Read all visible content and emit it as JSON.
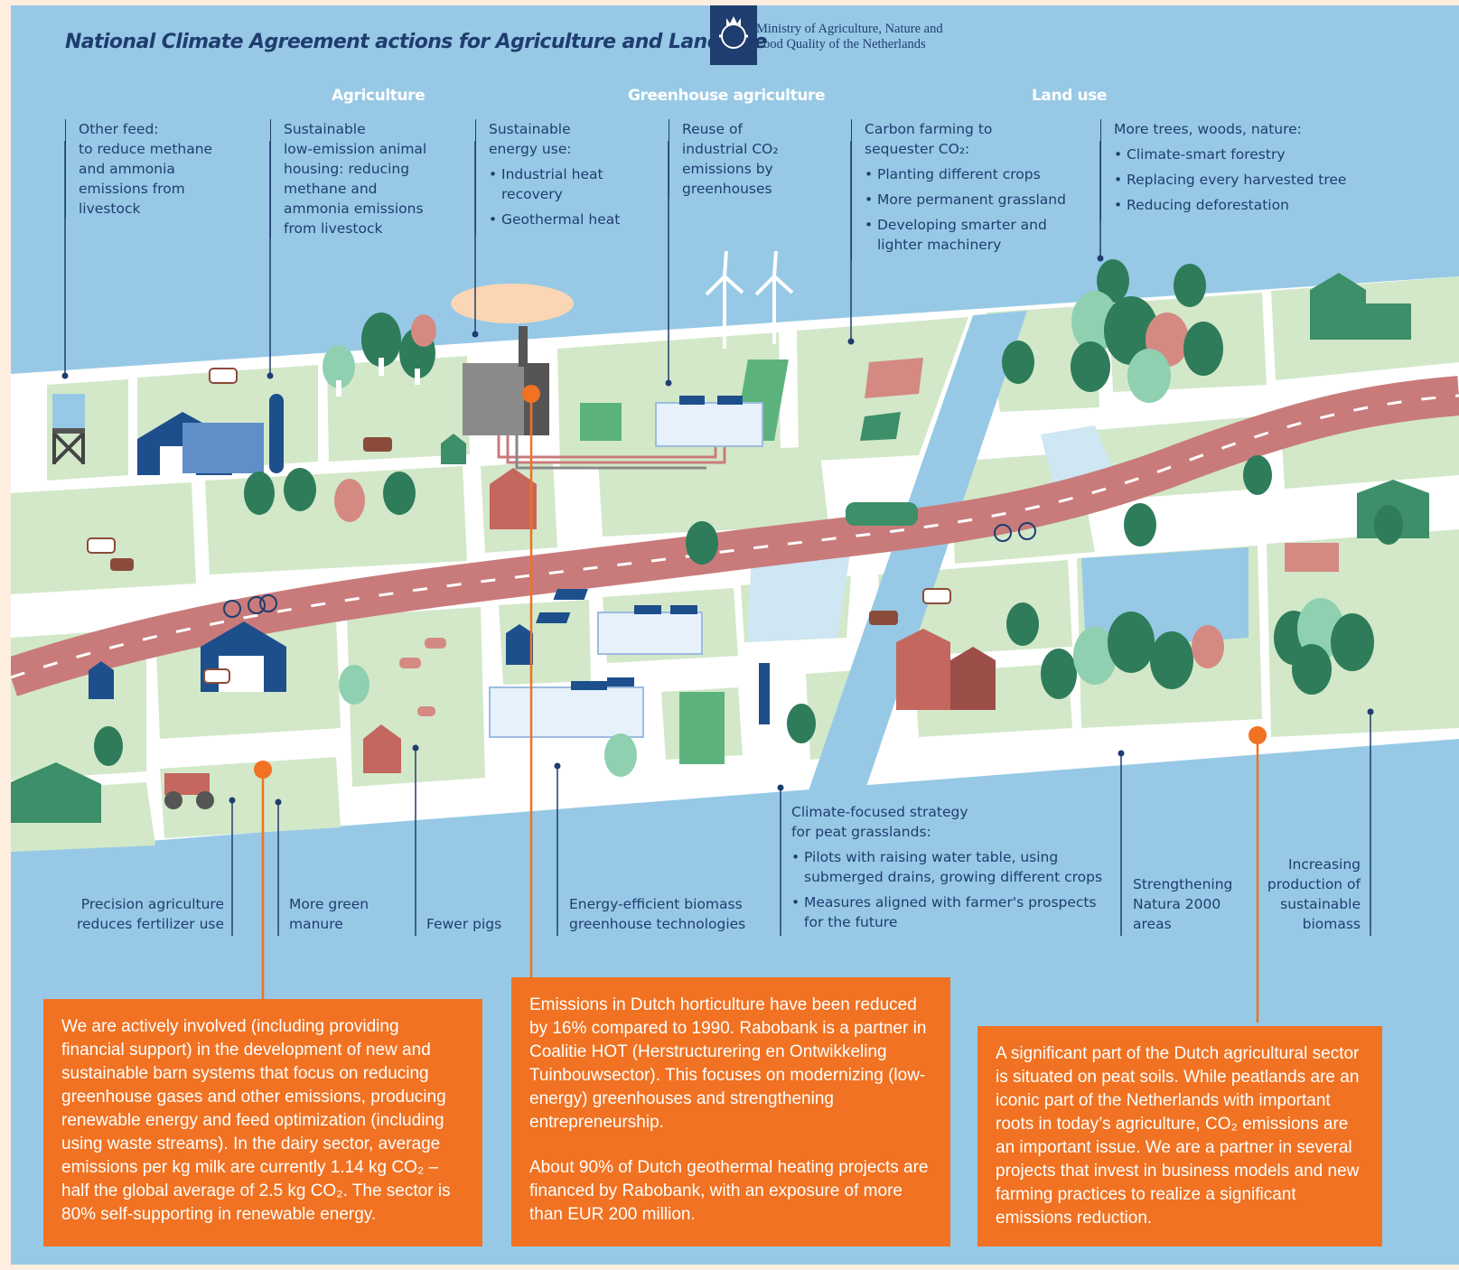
{
  "header": {
    "title": "National Climate Agreement actions for Agriculture and Land Use",
    "ministry_line1": "Ministry of Agriculture, Nature and",
    "ministry_line2": "Food Quality of the Netherlands"
  },
  "categories": {
    "agriculture": "Agriculture",
    "greenhouse": "Greenhouse agriculture",
    "landuse": "Land use"
  },
  "top_labels": {
    "feed": [
      "Other feed:",
      "to reduce methane",
      "and ammonia",
      "emissions from",
      "livestock"
    ],
    "housing": [
      "Sustainable",
      "low-emission animal",
      "housing: reducing",
      "methane and",
      "ammonia emissions",
      "from livestock"
    ],
    "energy": {
      "title": [
        "Sustainable",
        "energy use:"
      ],
      "items": [
        "Industrial heat recovery",
        "Geothermal heat"
      ]
    },
    "co2": [
      "Reuse of",
      "industrial CO₂",
      "emissions by",
      "greenhouses"
    ],
    "carbon": {
      "title": [
        "Carbon farming to",
        "sequester CO₂:"
      ],
      "items": [
        "Planting different crops",
        "More permanent grassland",
        "Developing smarter and lighter machinery"
      ]
    },
    "trees": {
      "title": "More trees, woods, nature:",
      "items": [
        "Climate-smart forestry",
        "Replacing every harvested tree",
        "Reducing deforestation"
      ]
    }
  },
  "bottom_labels": {
    "precision": [
      "Precision agriculture",
      "reduces fertilizer use"
    ],
    "manure": [
      "More green",
      "manure"
    ],
    "pigs": "Fewer pigs",
    "biomass_gh": [
      "Energy-efficient biomass",
      "greenhouse technologies"
    ],
    "peat": {
      "title": [
        "Climate-focused strategy",
        "for peat grasslands:"
      ],
      "items": [
        "Pilots with raising water table, using submerged drains, growing different crops",
        "Measures aligned with farmer's prospects for the future"
      ]
    },
    "natura": [
      "Strengthening",
      "Natura 2000",
      "areas"
    ],
    "sustainable_biomass": [
      "Increasing",
      "production of",
      "sustainable",
      "biomass"
    ]
  },
  "boxes": {
    "left": "We are actively involved (including providing financial support) in the development of new and sustainable barn systems that focus on reducing greenhouse gases and other emissions, producing renewable energy and feed optimization (including using waste streams). In the dairy sector, average emissions per kg milk are currently 1.14 kg CO₂ – half the global average of 2.5 kg CO₂. The sector is 80% self-supporting in renewable energy.",
    "middle_p1": "Emissions in Dutch horticulture have been reduced by 16% compared to 1990. Rabobank is a partner in Coalitie HOT (Herstructurering en Ontwikkeling Tuinbouwsector). This focuses on modernizing (low-energy) greenhouses and strengthening entrepreneurship.",
    "middle_p2": "About 90% of Dutch geothermal heating projects are financed by Rabobank, with an exposure of more than EUR 200 million.",
    "right": "A significant part of the Dutch agricultural sector is situated on peat soils. While peatlands are an iconic part of the Netherlands with important roots in today’s agriculture, CO₂ emissions are an important issue. We are a partner in several projects that invest in business models and new farming practices to realize a significant emissions reduction."
  },
  "colors": {
    "navy": "#1f3d6e",
    "orange": "#f07222",
    "water": "#97c9e6",
    "land": "#d2e8c9",
    "road": "#c97b7b",
    "tree_dark": "#2e7c5a",
    "building_blue": "#1d4f8c"
  }
}
